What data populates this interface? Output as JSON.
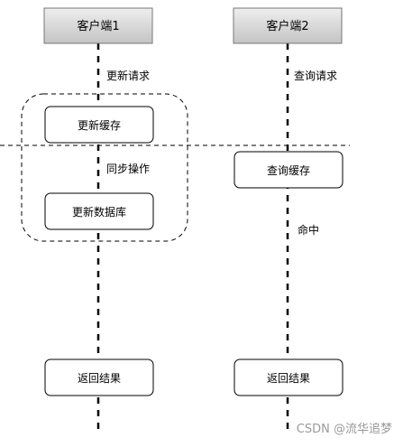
{
  "actors": {
    "client1": "客户端1",
    "client2": "客户端2"
  },
  "client1_flow": {
    "update_request": "更新请求",
    "update_cache": "更新缓存",
    "sync_operation": "同步操作",
    "update_database": "更新数据库",
    "return_result": "返回结果"
  },
  "client2_flow": {
    "query_request": "查询请求",
    "query_cache": "查询缓存",
    "hit": "命中",
    "return_result": "返回结果"
  },
  "watermark": "CSDN @流华追梦",
  "colors": {
    "actor_fill_top": "#eeeeee",
    "actor_fill_bottom": "#c4c4c4",
    "line": "#000000",
    "box_border": "#000000",
    "watermark": "#9a9a9a"
  }
}
